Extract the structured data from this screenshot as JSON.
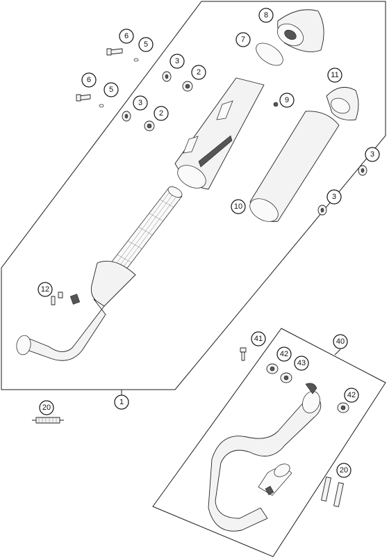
{
  "callouts": [
    {
      "id": "c1",
      "label": "1"
    },
    {
      "id": "c2a",
      "label": "2"
    },
    {
      "id": "c2b",
      "label": "2"
    },
    {
      "id": "c3a",
      "label": "3"
    },
    {
      "id": "c3b",
      "label": "3"
    },
    {
      "id": "c3c",
      "label": "3"
    },
    {
      "id": "c3d",
      "label": "3"
    },
    {
      "id": "c5a",
      "label": "5"
    },
    {
      "id": "c5b",
      "label": "5"
    },
    {
      "id": "c6a",
      "label": "6"
    },
    {
      "id": "c6b",
      "label": "6"
    },
    {
      "id": "c7",
      "label": "7"
    },
    {
      "id": "c8",
      "label": "8"
    },
    {
      "id": "c9",
      "label": "9"
    },
    {
      "id": "c10",
      "label": "10"
    },
    {
      "id": "c11",
      "label": "11"
    },
    {
      "id": "c12",
      "label": "12"
    },
    {
      "id": "c20a",
      "label": "20"
    },
    {
      "id": "c20b",
      "label": "20"
    },
    {
      "id": "c40",
      "label": "40"
    },
    {
      "id": "c41",
      "label": "41"
    },
    {
      "id": "c42a",
      "label": "42"
    },
    {
      "id": "c42b",
      "label": "42"
    },
    {
      "id": "c43",
      "label": "43"
    }
  ]
}
